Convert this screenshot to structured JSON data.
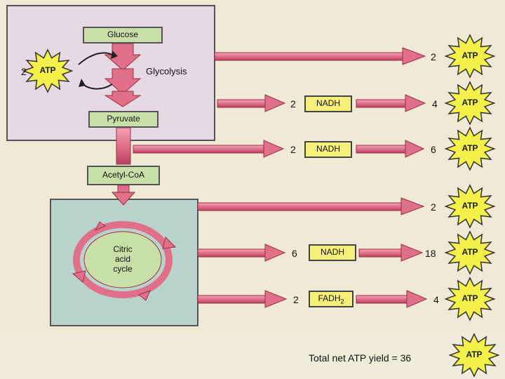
{
  "diagram": {
    "glucose_label": "Glucose",
    "glycolysis_label": "Glycolysis",
    "pyruvate_label": "Pyruvate",
    "acetyl_coa_label": "Acetyl-CoA",
    "citric_acid_cycle_label": [
      "Citric",
      "acid",
      "cycle"
    ],
    "input_atp_count": "2",
    "atp_label": "ATP",
    "nadh_label": "NADH",
    "fadh2_label": "FADH",
    "fadh2_subscript": "2",
    "rows": [
      {
        "carrier_count": "",
        "carrier": "",
        "atp_count": "2"
      },
      {
        "carrier_count": "2",
        "carrier": "NADH",
        "atp_count": "4"
      },
      {
        "carrier_count": "2",
        "carrier": "NADH",
        "atp_count": "6"
      },
      {
        "carrier_count": "",
        "carrier": "",
        "atp_count": "2"
      },
      {
        "carrier_count": "6",
        "carrier": "NADH",
        "atp_count": "18"
      },
      {
        "carrier_count": "2",
        "carrier": "FADH2",
        "atp_count": "4"
      }
    ],
    "total_label": "Total net ATP yield = 36",
    "colors": {
      "background": "#efe9d6",
      "glycolysis_panel": "#e7d9e2",
      "cycle_panel": "#b9d3cc",
      "arrow": "#e0708a",
      "arrow_dark": "#a8324e",
      "label_box_green": "#c9dfa8",
      "carrier_box_yellow": "#f6ef7a",
      "atp_star": "#f4f04a"
    }
  }
}
